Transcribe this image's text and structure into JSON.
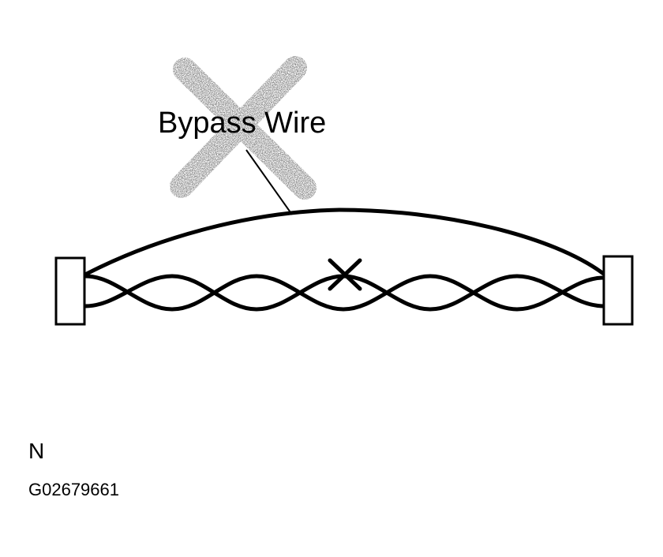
{
  "diagram": {
    "callout_label": "Bypass Wire"
  },
  "footer": {
    "orientation_mark": "N",
    "figure_id": "G02679661"
  },
  "colors": {
    "line": "#000000",
    "prohibited_mark": "#9a9a9a",
    "background": "#ffffff"
  }
}
